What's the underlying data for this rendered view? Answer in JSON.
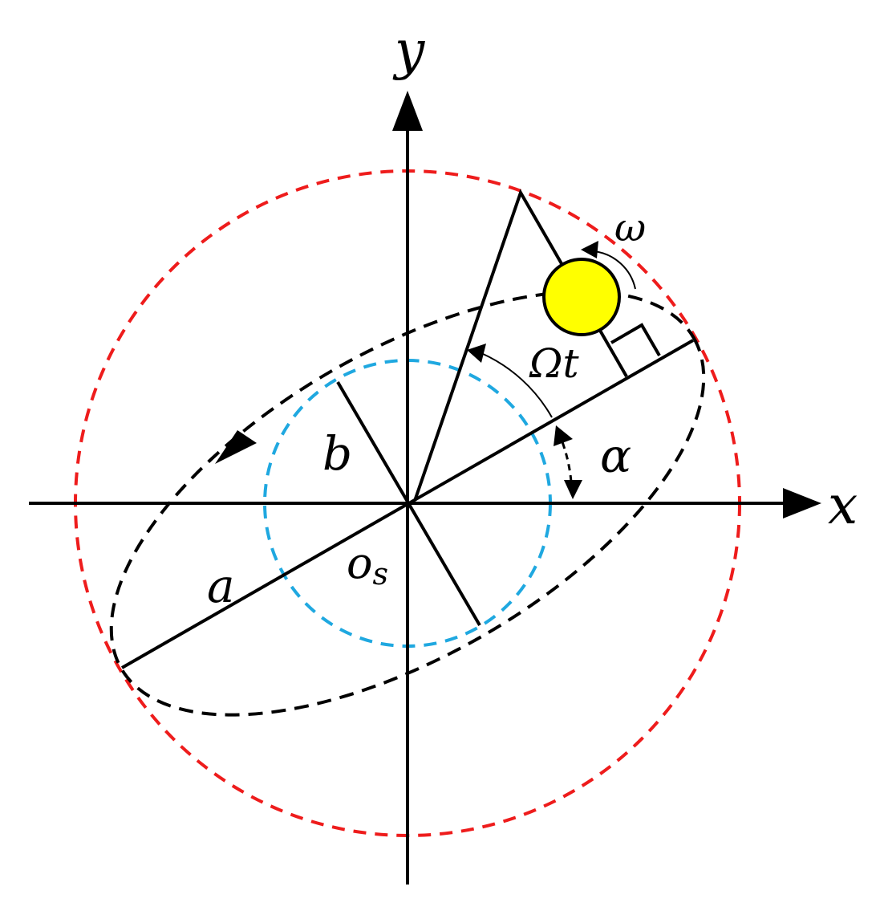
{
  "diagram": {
    "labels": {
      "x_axis": "x",
      "y_axis": "y",
      "omega_small": "ω",
      "omega_t": "Ωt",
      "alpha": "α",
      "semi_minor": "b",
      "semi_major": "a",
      "origin": "o",
      "origin_subscript": "s"
    },
    "colors": {
      "axes": "#000000",
      "outer_circle": "#ee1c1c",
      "inner_circle": "#1fa8e0",
      "ellipse": "#000000",
      "ball_fill": "#ffff00",
      "ball_stroke": "#000000"
    }
  }
}
